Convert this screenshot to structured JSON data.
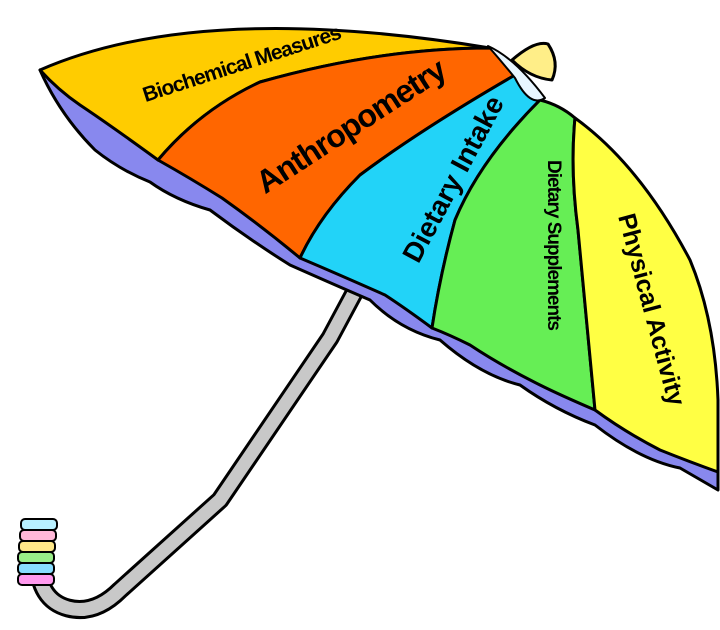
{
  "umbrella": {
    "panels": [
      {
        "label": "Biochemical Measures",
        "color": "#ffcc00"
      },
      {
        "label": "Anthropometry",
        "color": "#ff6600"
      },
      {
        "label": "Dietary Intake",
        "color": "#22d3f8"
      },
      {
        "label": "Dietary Supplements",
        "color": "#66ee55"
      },
      {
        "label": "Physical Activity",
        "color": "#ffff44"
      }
    ],
    "trim_color": "#8888ee",
    "tip_color": "#ffee88",
    "handle_color": "#c8c8c8",
    "grip_stripes": [
      "#b8f0ff",
      "#ffb8d8",
      "#ffe888",
      "#99ee88",
      "#88ddff",
      "#ff99ee"
    ]
  }
}
